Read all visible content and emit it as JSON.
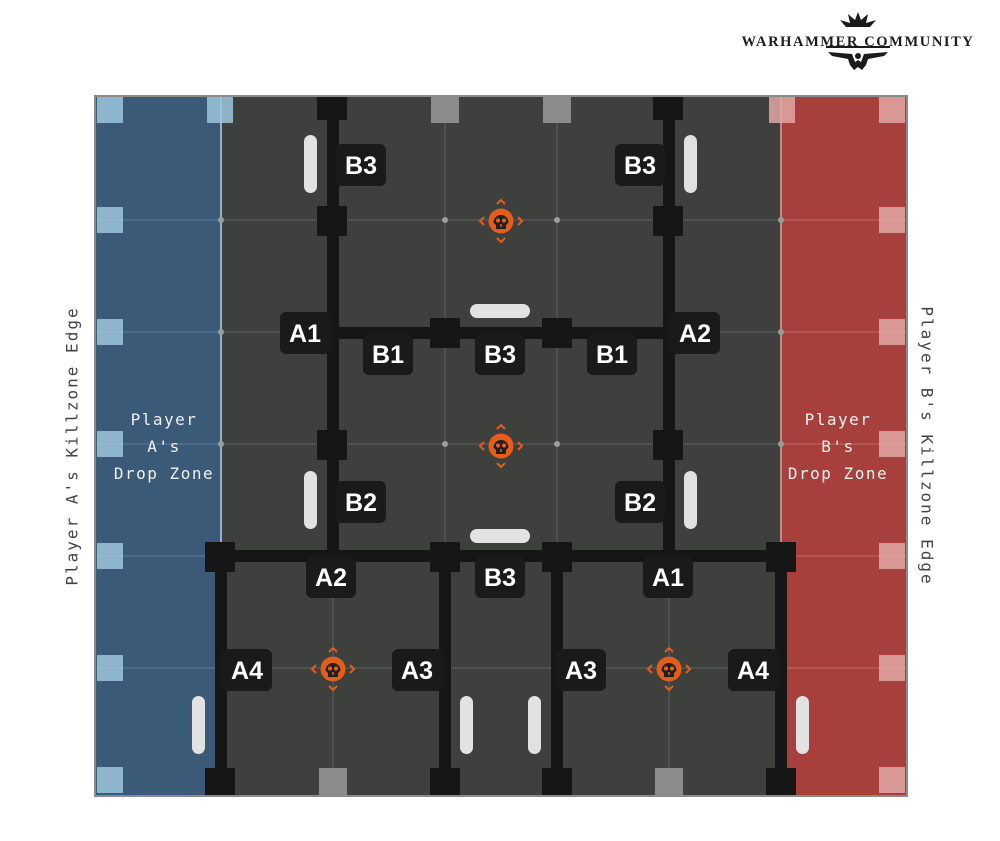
{
  "brand": {
    "name": "WARHAMMER COMMUNITY"
  },
  "edges": {
    "player_a": "Player A's Killzone Edge",
    "player_b": "Player B's Killzone Edge"
  },
  "drop_zones": {
    "player_a": [
      "Player",
      "A's",
      "Drop Zone"
    ],
    "player_b": [
      "Player",
      "B's",
      "Drop Zone"
    ]
  },
  "labels": {
    "b3_top_left": "B3",
    "b3_top_right": "B3",
    "a1_left": "A1",
    "b1_left": "B1",
    "b3_center": "B3",
    "b1_right": "B1",
    "a2_right": "A2",
    "b2_left": "B2",
    "b2_right": "B2",
    "a2_bottom": "A2",
    "b3_bottom": "B3",
    "a1_bottom": "A1",
    "a4_left": "A4",
    "a3_left": "A3",
    "a3_right": "A3",
    "a4_right": "A4"
  },
  "objectives": {
    "count": 4,
    "icon": "skull-objective-icon"
  },
  "colors": {
    "board": "#3d403c",
    "drop_zone_a": "#3b5a78",
    "drop_zone_b": "#a7403c",
    "wall": "#161616",
    "objective": "#e35d1b",
    "door": "#e2e2e2"
  }
}
